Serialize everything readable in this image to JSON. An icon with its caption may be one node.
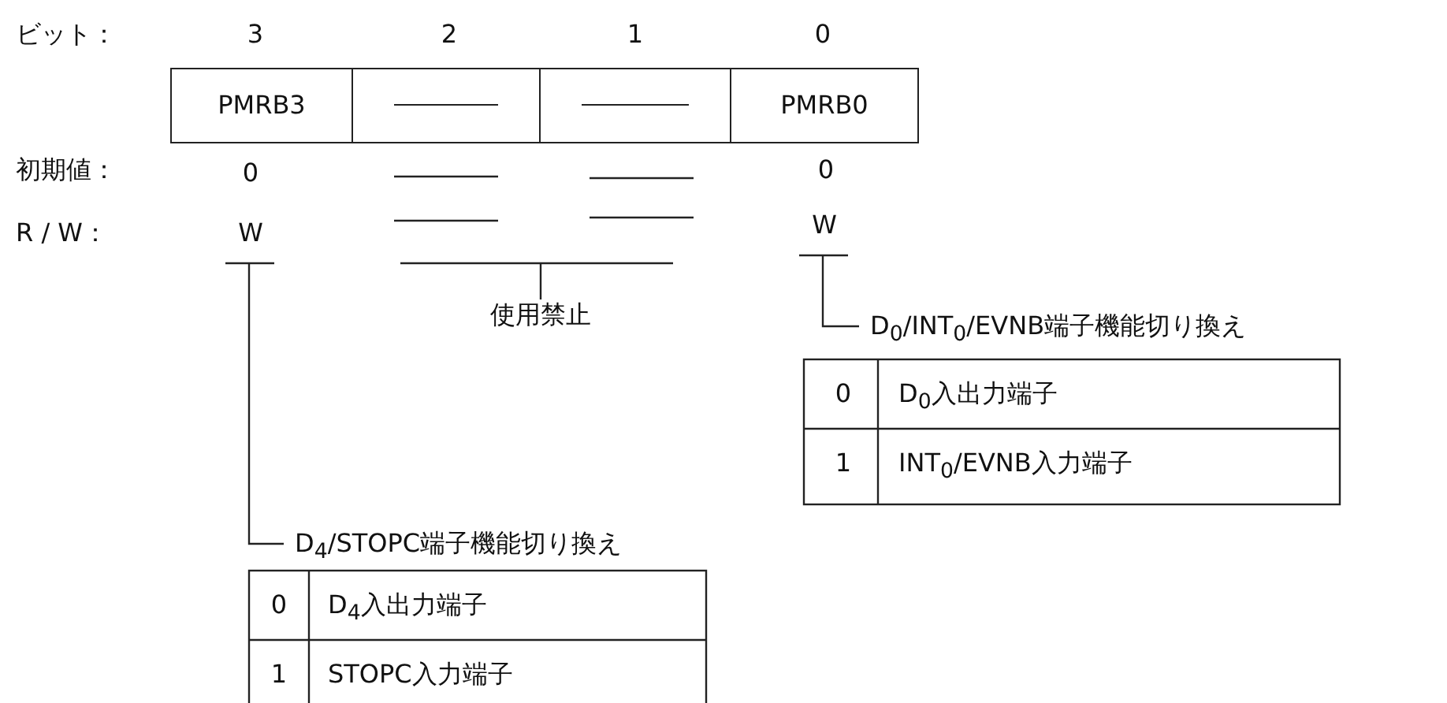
{
  "diagram": {
    "nodes": [
      {
        "text": [
          "PMRB3"
        ]
      },
      {
        "text": [],
        "shape": "box"
      },
      {
        "text": [],
        "shape": "box"
      },
      {
        "text": [
          "PMRB0"
        ]
      },
      {
        "text": [
          "W"
        ]
      },
      {
        "text": [
          "W"
        ]
      },
      {
        "text": [
          "使用禁止"
        ]
      },
      {
        "text": [
          "D$_{0}$/INT$_{0}$/EVNB端子機能切り換え"
        ]
      },
      {
        "text": [
          "D$_{4}$/STOPC端子機能切り換え"
        ]
      }
    ],
    "edges": [
      {
        "from": 6,
        "to": null,
        "arrow": "none"
      },
      {
        "from": 5,
        "to": 7,
        "arrow": "none"
      },
      {
        "from": 4,
        "to": 8,
        "arrow": "none"
      }
    ],
    "labels": [
      "ビット：",
      "3",
      "2",
      "1",
      "0",
      "初期値：",
      "0",
      "0",
      "R / W：",
      "0",
      "D$_{0}$入出力端子",
      "1",
      "INT$_{0}$/EVNB入力端子",
      "0",
      "D$_{4}$入出力端子",
      "1",
      "STOPC入力端子"
    ]
  }
}
